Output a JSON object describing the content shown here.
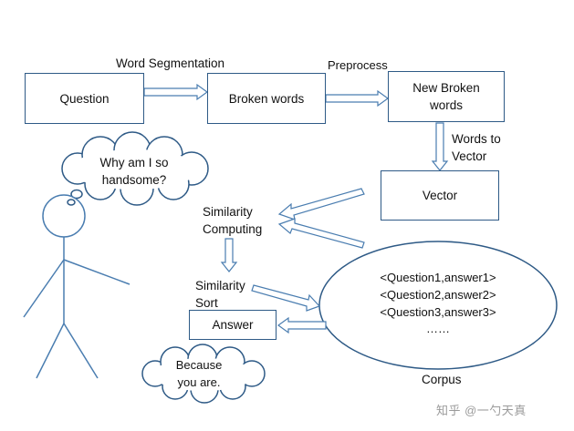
{
  "nodes": {
    "question": "Question",
    "broken_words": "Broken words",
    "new_broken_words": [
      "New Broken",
      "words"
    ],
    "vector": "Vector",
    "answer": "Answer"
  },
  "edge_labels": {
    "word_segmentation": "Word Segmentation",
    "preprocess": "Preprocess",
    "words_to_vector": [
      "Words to",
      "Vector"
    ]
  },
  "steps": {
    "similarity_computing": [
      "Similarity",
      "Computing"
    ],
    "similarity_sort": [
      "Similarity",
      "Sort"
    ]
  },
  "bubbles": {
    "thought": [
      "Why am I  so",
      "handsome?"
    ],
    "reply": [
      "Because",
      "you are."
    ]
  },
  "corpus": {
    "entries": [
      "<Question1,answer1>",
      "<Question2,answer2>",
      "<Question3,answer3>",
      "……"
    ],
    "caption": "Corpus"
  },
  "watermark": "知乎 @一勺天真",
  "colors": {
    "box_border": "#2e5a86",
    "arrow": "#4a7db0"
  }
}
